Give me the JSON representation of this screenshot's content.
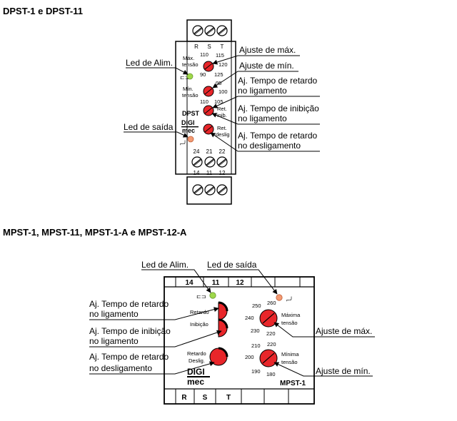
{
  "section1": {
    "title": "DPST-1 e DPST-11",
    "device": {
      "top_labels": [
        "R",
        "S",
        "T"
      ],
      "max_label": [
        "Máx.",
        "tensão"
      ],
      "min_label": [
        "Mín.",
        "tensão"
      ],
      "max_scale": [
        "110",
        "115",
        "120",
        "125"
      ],
      "min_scale": [
        "90",
        "95",
        "100",
        "105"
      ],
      "model": "DPST",
      "brand_top": "DIGI",
      "brand_bottom": "mec",
      "ret_inib": [
        "Ret.",
        "inib."
      ],
      "ret_deslig": [
        "Ret.",
        "deslig"
      ],
      "terminal_top": [
        "24",
        "21",
        "22"
      ],
      "terminal_bottom": [
        "14",
        "11",
        "12"
      ]
    },
    "callouts": {
      "led_alim": "Led de Alim.",
      "led_saida": "Led de saída",
      "ajuste_max": "Ajuste de máx.",
      "ajuste_min": "Ajuste de mín.",
      "ret_lig": [
        "Aj. Tempo de retardo",
        "no ligamento"
      ],
      "inib_lig": [
        "Aj. Tempo de inibição",
        "no ligamento"
      ],
      "ret_deslig": [
        "Aj. Tempo de retardo",
        "no desligamento"
      ]
    }
  },
  "section2": {
    "title": "MPST-1, MPST-11, MPST-1-A e MPST-12-A",
    "device": {
      "top_terminals": [
        "14",
        "11",
        "12"
      ],
      "bottom_terminals": [
        "R",
        "S",
        "T"
      ],
      "retardo": "Retardo",
      "inibicao": "Inibição",
      "retardo_deslig": [
        "Retardo",
        "Deslig."
      ],
      "max_scale": [
        "250",
        "260",
        "240",
        "230",
        "220"
      ],
      "max_label": [
        "Máxima",
        "tensão"
      ],
      "min_scale": [
        "210",
        "220",
        "200",
        "190",
        "180"
      ],
      "min_label": [
        "Mínima",
        "tensão"
      ],
      "brand_top": "DIGI",
      "brand_bottom": "mec",
      "model": "MPST-1"
    },
    "callouts": {
      "led_alim": "Led de Alim.",
      "led_saida": "Led de saída",
      "ret_lig": [
        "Aj. Tempo de retardo",
        "no ligamento"
      ],
      "inib_lig": [
        "Aj. Tempo de inibição",
        "no ligamento"
      ],
      "ret_deslig": [
        "Aj. Tempo de retardo",
        "no desligamento"
      ],
      "ajuste_max": "Ajuste de máx.",
      "ajuste_min": "Ajuste de mín."
    }
  },
  "colors": {
    "knob": "#e8262a",
    "led_green": "#9fd84a",
    "led_orange": "#f39a72"
  }
}
